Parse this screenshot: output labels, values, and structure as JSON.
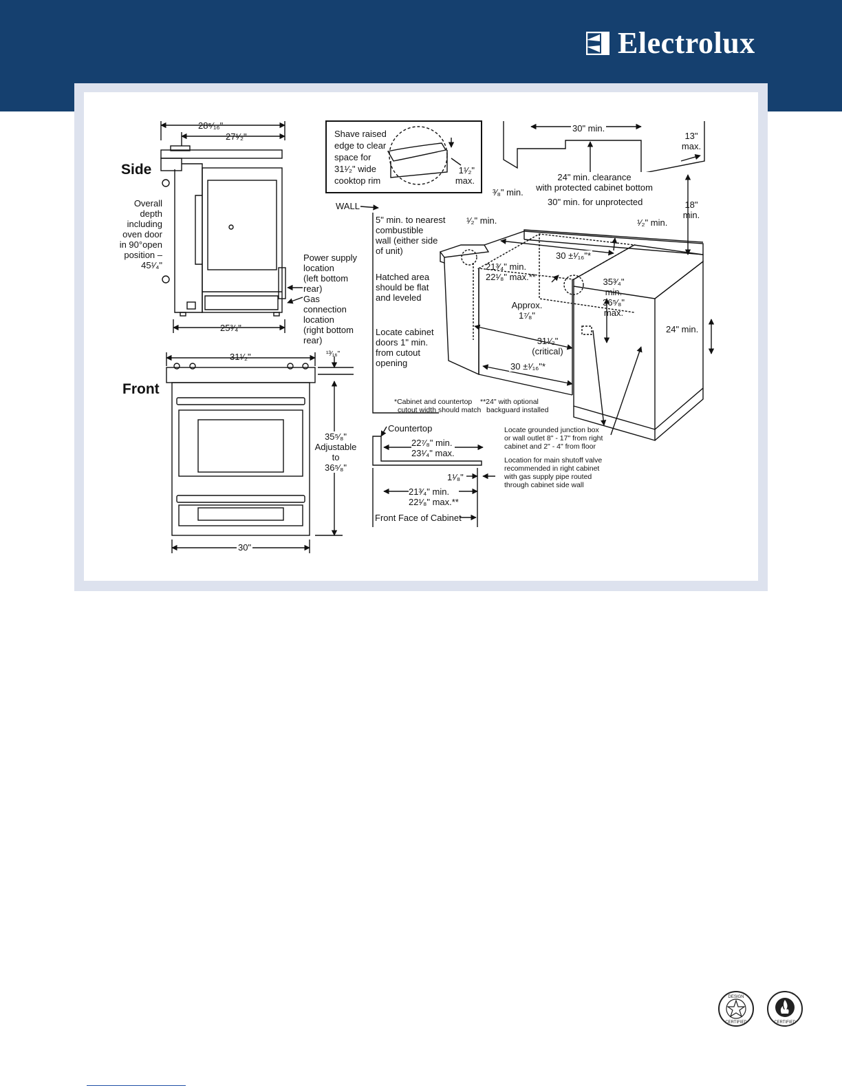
{
  "header": {
    "brand_name": "Electrolux",
    "band_color": "#15406f",
    "logo_icon": "electrolux-logo-icon"
  },
  "side_view": {
    "title": "Side",
    "dim_overall_width": "28⁵⁄₁₆\"",
    "dim_top_width": "27¹⁄₂\"",
    "dim_base_depth": "25³⁄₄\"",
    "overall_depth_note": [
      "Overall",
      "depth",
      "including",
      "oven door",
      "in 90°open",
      "position –",
      "45¹⁄₄\""
    ],
    "power_supply_note": [
      "Power supply",
      "location",
      "(left bottom",
      "rear)"
    ],
    "gas_connection_note": [
      "Gas",
      "connection",
      "location",
      "(right bottom",
      "rear)"
    ]
  },
  "front_view": {
    "title": "Front",
    "dim_top_width": "31¹⁄₂\"",
    "dim_rim": "¹³⁄₁₆\"",
    "height_note": [
      "35⁵⁄₈\"",
      "Adjustable",
      "to",
      "36⁵⁄₈\""
    ],
    "dim_base_width": "30\""
  },
  "shave_detail": {
    "note": [
      "Shave raised",
      "edge to clear",
      "space for",
      "31¹⁄₂\" wide",
      "cooktop rim"
    ],
    "dim": [
      "1¹⁄₂\"",
      "max."
    ]
  },
  "installation": {
    "wall": "WALL",
    "combustible_note": [
      "5\" min. to nearest",
      "combustible",
      "wall (either side",
      "of unit)"
    ],
    "hatched_note": [
      "Hatched area",
      "should be flat",
      "and leveled"
    ],
    "cabinet_doors_note": [
      "Locate cabinet",
      "doors 1\" min.",
      "from cutout",
      "opening"
    ],
    "three_eighths_min": "³⁄₈\" min.",
    "half_min_left": "¹⁄₂\" min.",
    "half_min_right": "¹⁄₂\" min.",
    "upper_30_min": "30\" min.",
    "upper_13_max": [
      "13\"",
      "max."
    ],
    "clearance_note": [
      "24\" min. clearance",
      "with protected cabinet bottom"
    ],
    "unprotected_note": "30\" min. for unprotected",
    "dim_18_min": [
      "18\"",
      "min."
    ],
    "dim_30_top": "30 ±¹⁄₁₆\"*",
    "dim_21_min": [
      "21³⁄₄\" min.",
      "22¹⁄₈\" max.**"
    ],
    "approx_note": [
      "Approx.",
      "1⁷⁄₈\""
    ],
    "dim_35_min": [
      "35³⁄₄\"",
      "min.",
      "36⁵⁄₈\"",
      "max."
    ],
    "dim_24_min": "24\" min.",
    "dim_31_critical": [
      "31¹⁄₂\"",
      "(critical)"
    ],
    "dim_30_bottom": "30 ±¹⁄₁₆\"*",
    "footnote_1": [
      "*Cabinet and countertop",
      "cutout width should match"
    ],
    "footnote_2": [
      "**24\" with optional",
      "backguard installed"
    ]
  },
  "countertop_detail": {
    "countertop": "Countertop",
    "dim_22_min": [
      "22⁷⁄₈\" min.",
      "23¹⁄₄\" max."
    ],
    "dim_1_1_8": "1¹⁄₈\"",
    "dim_21_min": [
      "21³⁄₄\" min.",
      "22¹⁄₈\" max.**"
    ],
    "front_face": "Front Face of Cabinet"
  },
  "notes": {
    "junction_box": [
      "Locate grounded junction box",
      "or wall outlet 8\" - 17\" from right",
      "cabinet and 2\" - 4\" from floor"
    ],
    "shutoff_valve": [
      "Location for main shutoff valve",
      "recommended in right cabinet",
      "with gas supply pipe routed",
      "through cabinet side wall"
    ]
  },
  "certifications": {
    "design_certified": [
      "DESIGN",
      "CERTIFIED"
    ],
    "csa_certified": "CERTIFIED"
  }
}
